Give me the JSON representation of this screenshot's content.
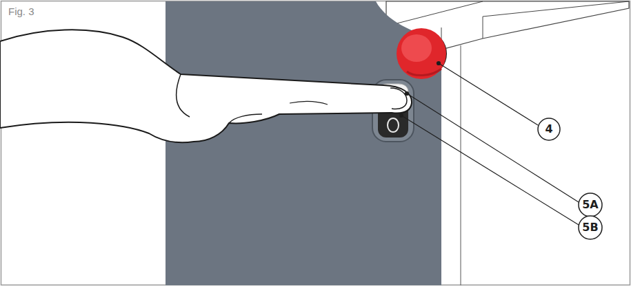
{
  "diagram": {
    "labels": [
      "Fig. 3",
      "4",
      "5A",
      "5B"
    ]
  }
}
